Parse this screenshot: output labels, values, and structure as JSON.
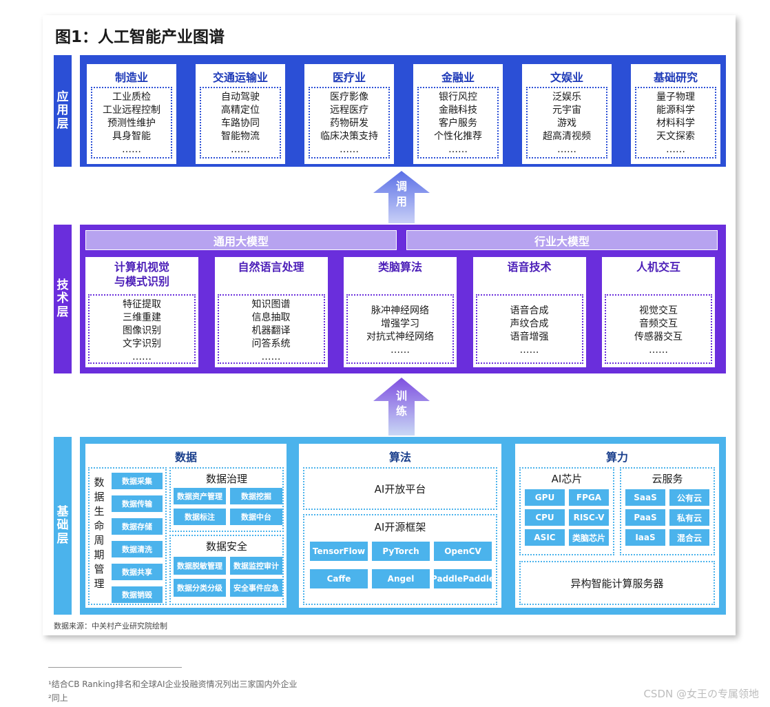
{
  "title": "图1：人工智能产业图谱",
  "source": "数据来源：中关村产业研究院绘制",
  "colors": {
    "app": "#2b4fd6",
    "tech": "#6a2edc",
    "foundation": "#4bb3ec",
    "bigmodel": "#b7a3f0"
  },
  "layers": {
    "application": "应用层",
    "technology": "技术层",
    "foundation": "基础层"
  },
  "arrows": {
    "call": [
      "调",
      "用"
    ],
    "train": [
      "训",
      "练"
    ]
  },
  "application": [
    {
      "title": "制造业",
      "items": [
        "工业质检",
        "工业远程控制",
        "预测性维护",
        "具身智能",
        "……"
      ]
    },
    {
      "title": "交通运输业",
      "items": [
        "自动驾驶",
        "高精定位",
        "车路协同",
        "智能物流",
        "……"
      ]
    },
    {
      "title": "医疗业",
      "items": [
        "医疗影像",
        "远程医疗",
        "药物研发",
        "临床决策支持",
        "……"
      ]
    },
    {
      "title": "金融业",
      "items": [
        "银行风控",
        "金融科技",
        "客户服务",
        "个性化推荐",
        "……"
      ]
    },
    {
      "title": "文娱业",
      "items": [
        "泛娱乐",
        "元宇宙",
        "游戏",
        "超高清视频",
        "……"
      ]
    },
    {
      "title": "基础研究",
      "items": [
        "量子物理",
        "能源科学",
        "材料科学",
        "天文探索",
        "……"
      ]
    }
  ],
  "bigmodels": [
    "通用大模型",
    "行业大模型"
  ],
  "technology": [
    {
      "title": [
        "计算机视觉",
        "与模式识别"
      ],
      "items": [
        "特征提取",
        "三维重建",
        "图像识别",
        "文字识别",
        "……"
      ]
    },
    {
      "title": [
        "自然语言处理"
      ],
      "items": [
        "知识图谱",
        "信息抽取",
        "机器翻译",
        "问答系统",
        "……"
      ]
    },
    {
      "title": [
        "类脑算法"
      ],
      "items": [
        "脉冲神经网络",
        "增强学习",
        "对抗式神经网络",
        "……"
      ]
    },
    {
      "title": [
        "语音技术"
      ],
      "items": [
        "语音合成",
        "声纹合成",
        "语音增强",
        "……"
      ]
    },
    {
      "title": [
        "人机交互"
      ],
      "items": [
        "视觉交互",
        "音频交互",
        "传感器交互",
        "……"
      ]
    }
  ],
  "foundation": {
    "data": {
      "title": "数据",
      "lifecycle_label": "数据生命周期管理",
      "lifecycle": [
        "数据采集",
        "数据传输",
        "数据存储",
        "数据清洗",
        "数据共享",
        "数据销毁"
      ],
      "governance_title": "数据治理",
      "governance": [
        "数据资产管理",
        "数据挖掘",
        "数据标注",
        "数据中台"
      ],
      "security_title": "数据安全",
      "security": [
        "数据脱敏管理",
        "数据监控审计",
        "数据分类分级",
        "安全事件应急"
      ]
    },
    "algorithm": {
      "title": "算法",
      "platform": "AI开放平台",
      "framework_title": "AI开源框架",
      "frameworks": [
        "TensorFlow",
        "PyTorch",
        "OpenCV",
        "Caffe",
        "Angel",
        "PaddlePaddle"
      ]
    },
    "compute": {
      "title": "算力",
      "chips_title": "AI芯片",
      "chips": [
        "GPU",
        "FPGA",
        "CPU",
        "RISC-V",
        "ASIC",
        "类脑芯片"
      ],
      "cloud_title": "云服务",
      "cloud": [
        "SaaS",
        "公有云",
        "PaaS",
        "私有云",
        "IaaS",
        "混合云"
      ],
      "server": "异构智能计算服务器"
    }
  },
  "footnotes": [
    "¹结合CB Ranking排名和全球AI企业投融资情况列出三家国内外企业",
    "²同上"
  ],
  "watermark": "CSDN @女王の专属领地"
}
